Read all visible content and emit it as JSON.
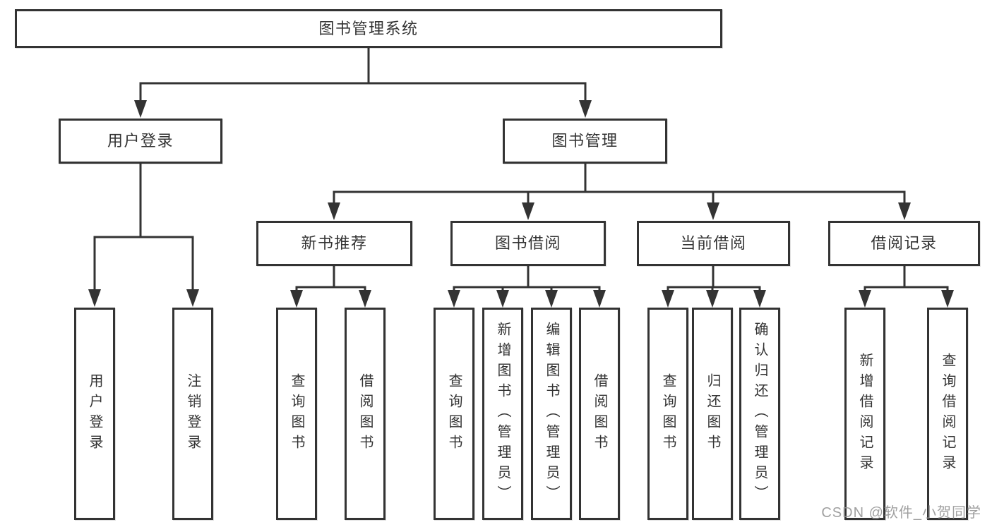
{
  "colors": {
    "line": "#333333",
    "text": "#333333",
    "box_background": "#ffffff",
    "watermark": "#969696"
  },
  "watermark": {
    "text": "CSDN @软件_小贺同学"
  },
  "tree": {
    "label": "图书管理系统",
    "children": [
      {
        "label": "用户登录",
        "children": [
          {
            "label": "用户登录"
          },
          {
            "label": "注销登录"
          }
        ]
      },
      {
        "label": "图书管理",
        "children": [
          {
            "label": "新书推荐",
            "children": [
              {
                "label": "查询图书"
              },
              {
                "label": "借阅图书"
              }
            ]
          },
          {
            "label": "图书借阅",
            "children": [
              {
                "label": "查询图书"
              },
              {
                "label": "新增图书（管理员）"
              },
              {
                "label": "编辑图书（管理员）"
              },
              {
                "label": "借阅图书"
              }
            ]
          },
          {
            "label": "当前借阅",
            "children": [
              {
                "label": "查询图书"
              },
              {
                "label": "归还图书"
              },
              {
                "label": "确认归还（管理员）"
              }
            ]
          },
          {
            "label": "借阅记录",
            "children": [
              {
                "label": "新增借阅记录"
              },
              {
                "label": "查询借阅记录"
              }
            ]
          }
        ]
      }
    ]
  }
}
